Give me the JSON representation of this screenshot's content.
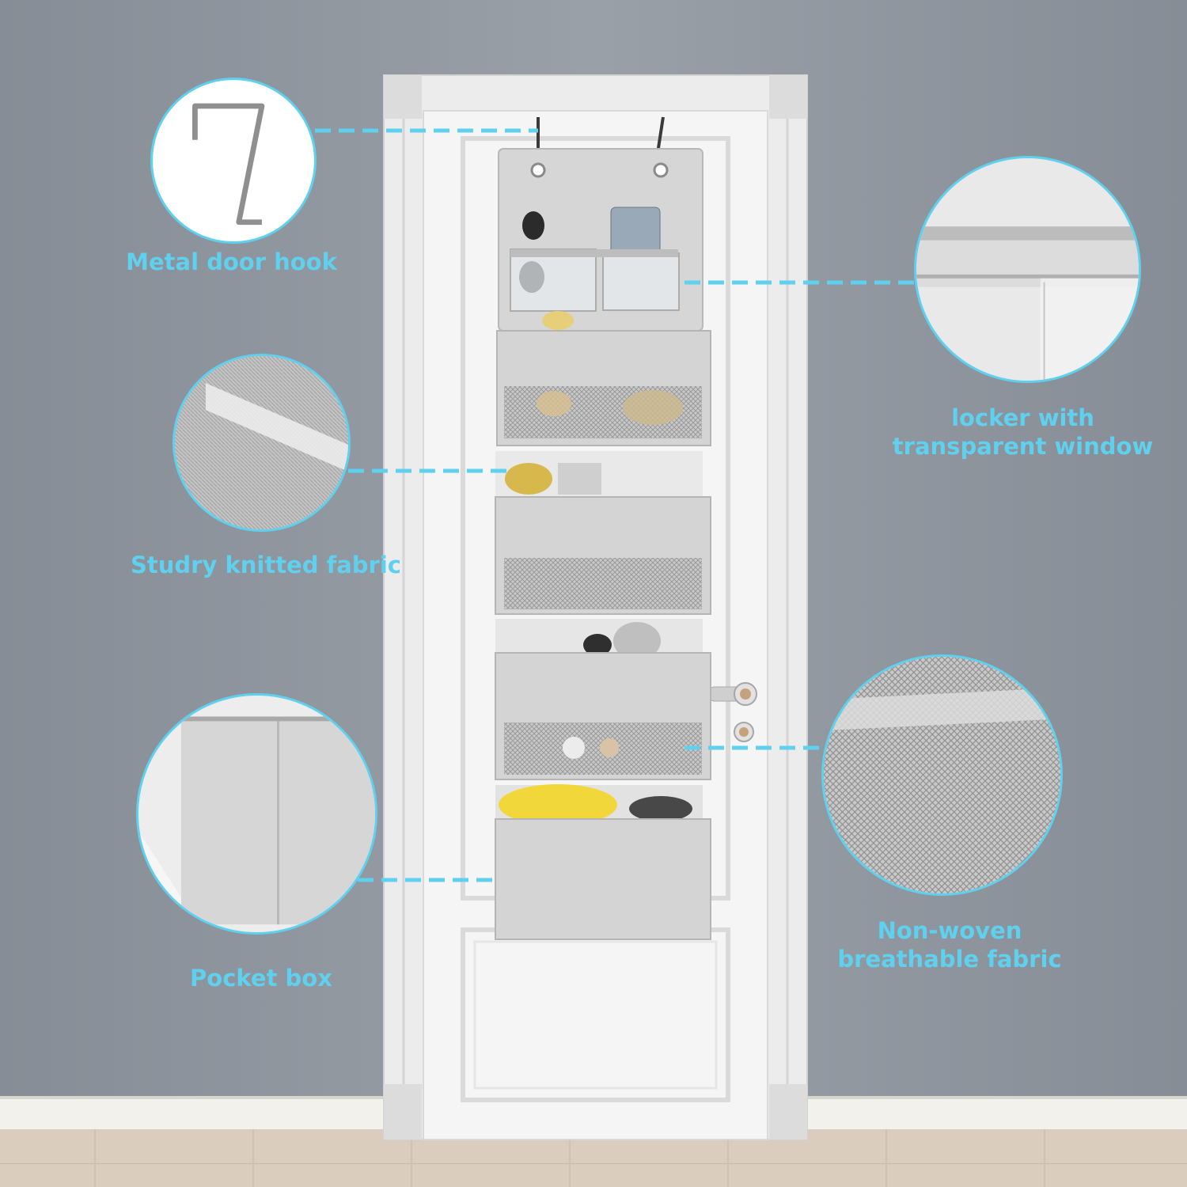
{
  "callouts": {
    "hook": "Metal door hook",
    "window_line1": "locker with",
    "window_line2": "transparent window",
    "knitted": "Studry knitted fabric",
    "pocket": "Pocket box",
    "nonwoven_line1": "Non-woven",
    "nonwoven_line2": "breathable fabric"
  },
  "colors": {
    "accent": "#5fd0ee",
    "wall": "#8d949c",
    "floor": "#d9cbbb",
    "door": "#f4f4f4",
    "organizer": "#d4d4d4",
    "banana": "#f1d73a"
  }
}
